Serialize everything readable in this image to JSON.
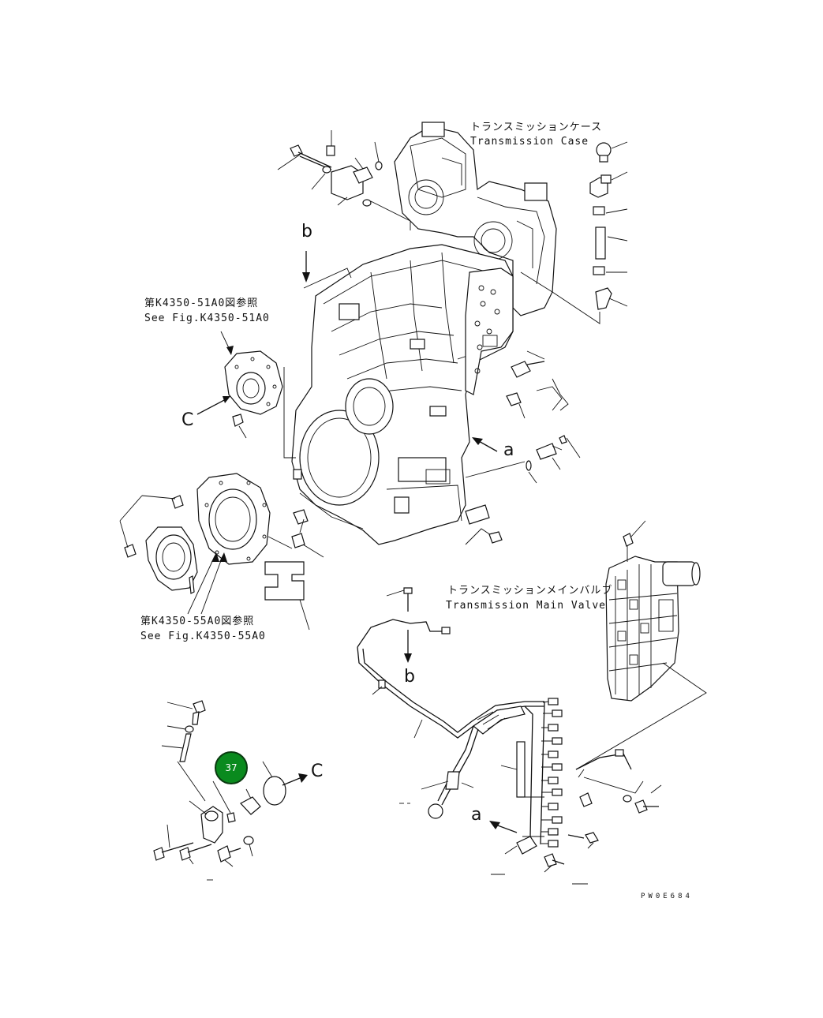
{
  "labels": {
    "transmission_case_jp": "トランスミッションケース",
    "transmission_case_en": "Transmission Case",
    "see_fig_51_jp": "第K4350-51A0図参照",
    "see_fig_51_en": "See Fig.K4350-51A0",
    "see_fig_55_jp": "第K4350-55A0図参照",
    "see_fig_55_en": "See Fig.K4350-55A0",
    "main_valve_jp": "トランスミッションメインバルブ",
    "main_valve_en": "Transmission Main Valve",
    "ref_b_top": "b",
    "ref_b_lower": "b",
    "ref_c_left": "C",
    "ref_c_right": "C",
    "ref_a_top": "a",
    "ref_a_lower": "a",
    "drawing_code": "PW0E684"
  },
  "callout": {
    "number": "37",
    "color": "#0a8a1e"
  }
}
